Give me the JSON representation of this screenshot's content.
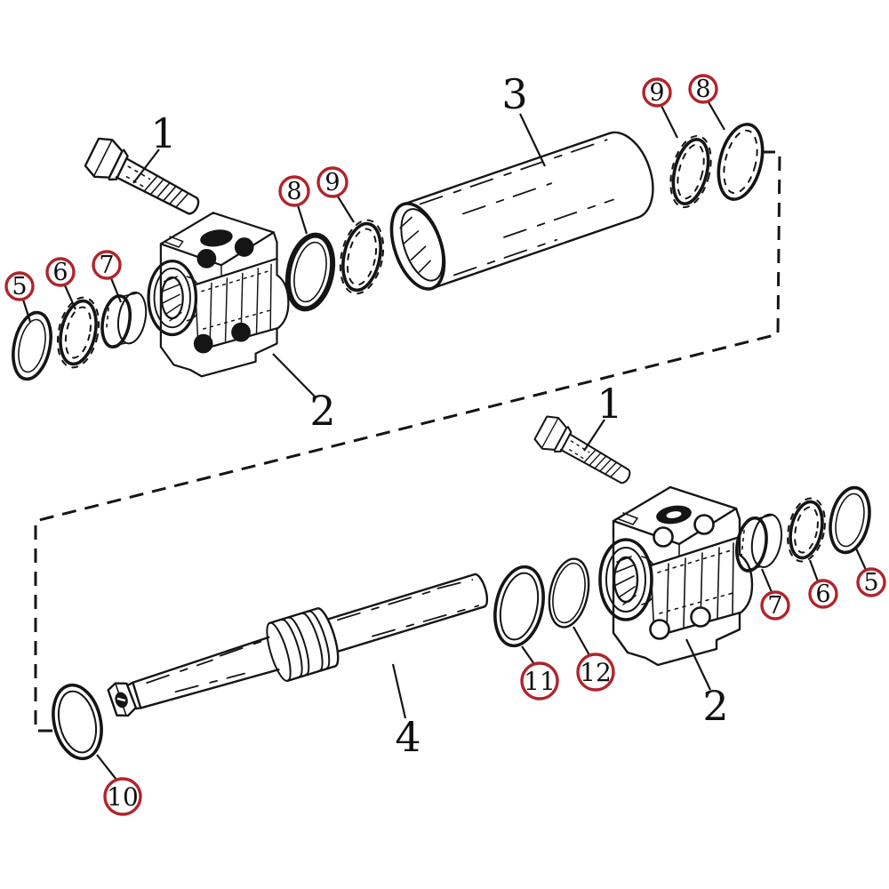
{
  "figure": {
    "type": "exploded-parts-diagram",
    "subject": "hydraulic cylinder assembly",
    "background_color": "#ffffff",
    "line_color": "#151515",
    "callout_ring_color": "#b0242b"
  },
  "labels": {
    "bolt_top": "1",
    "head_top": "2",
    "barrel": "3",
    "rod": "4",
    "bolt_bottom": "1",
    "head_bottom": "2",
    "seal5_left": "5",
    "seal6_left": "6",
    "bushing7_left": "7",
    "oring8_left": "8",
    "ring9_left": "9",
    "ring9_right": "9",
    "oring8_right": "8",
    "wiper10": "10",
    "seal11": "11",
    "oring12": "12",
    "bushing7_right": "7",
    "seal6_right": "6",
    "seal5_right": "5"
  }
}
